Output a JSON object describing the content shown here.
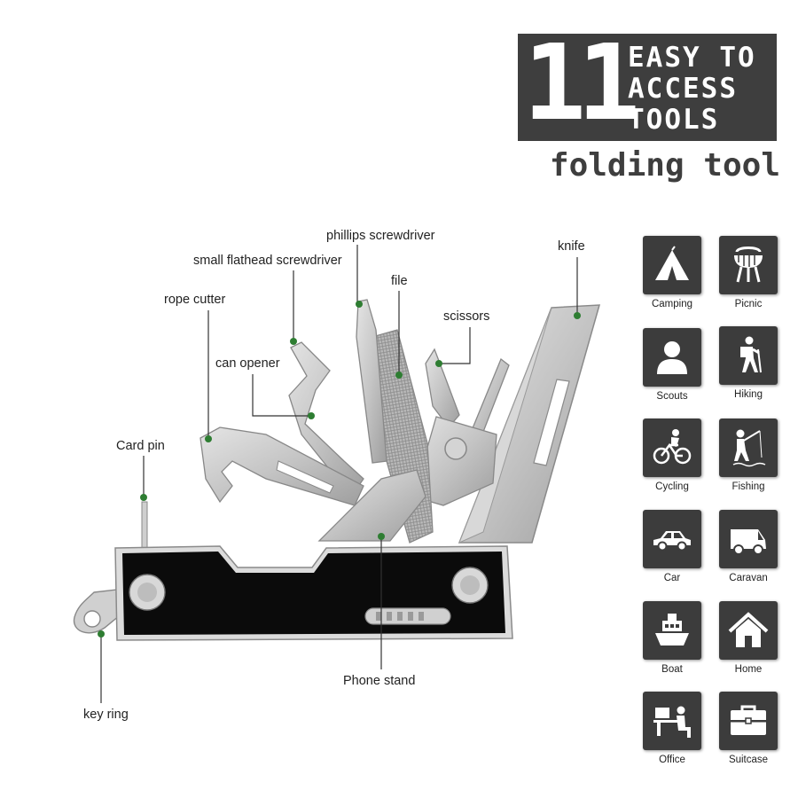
{
  "header": {
    "number": "11",
    "line1": "EASY TO",
    "line2": "ACCESS",
    "line3": "TOOLS",
    "subtitle": "folding tool"
  },
  "callouts": {
    "phillips": "phillips screwdriver",
    "flathead": "small flathead screwdriver",
    "file": "file",
    "knife": "knife",
    "rope_cutter": "rope cutter",
    "scissors": "scissors",
    "can_opener": "can opener",
    "card_pin": "Card pin",
    "phone_stand": "Phone stand",
    "key_ring": "key ring"
  },
  "uses": [
    {
      "label": "Camping",
      "icon": "tent-icon"
    },
    {
      "label": "Picnic",
      "icon": "grill-icon"
    },
    {
      "label": "Scouts",
      "icon": "person-icon"
    },
    {
      "label": "Hiking",
      "icon": "hiker-icon"
    },
    {
      "label": "Cycling",
      "icon": "cyclist-icon"
    },
    {
      "label": "Fishing",
      "icon": "fisherman-icon"
    },
    {
      "label": "Car",
      "icon": "car-icon"
    },
    {
      "label": "Caravan",
      "icon": "van-icon"
    },
    {
      "label": "Boat",
      "icon": "ship-icon"
    },
    {
      "label": "Home",
      "icon": "house-icon"
    },
    {
      "label": "Office",
      "icon": "desk-worker-icon"
    },
    {
      "label": "Suitcase",
      "icon": "suitcase-icon"
    }
  ],
  "colors": {
    "badge": "#3e3e3e",
    "tile": "#3c3c3c",
    "leader": "#2e7d32",
    "blade": "#c9c9c9",
    "handle": "#0a0a0a"
  }
}
